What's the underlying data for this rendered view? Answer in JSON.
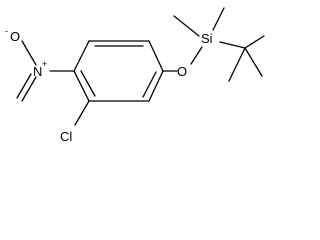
{
  "molecule": {
    "atoms": {
      "o_minus": "O",
      "o_minus_charge": "-",
      "n_plus": "N",
      "n_plus_charge": "+",
      "cl": "Cl",
      "o_ether": "O",
      "si": "Si"
    }
  }
}
